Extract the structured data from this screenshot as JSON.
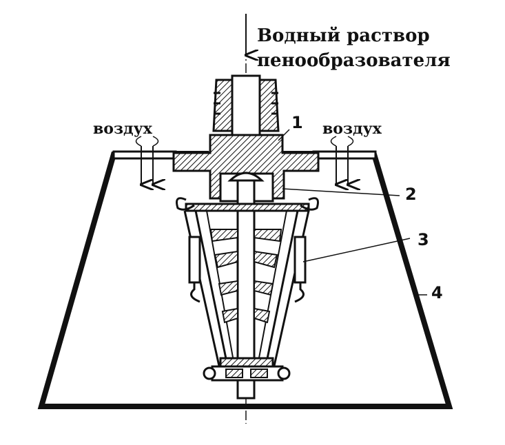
{
  "title": {
    "line1": "Водный раствор",
    "line2": "пенообразователя"
  },
  "air_labels": {
    "left": "воздух",
    "right": "воздух"
  },
  "callouts": [
    "1",
    "2",
    "3",
    "4"
  ],
  "colors": {
    "ink": "#111111",
    "background": "#ffffff"
  }
}
